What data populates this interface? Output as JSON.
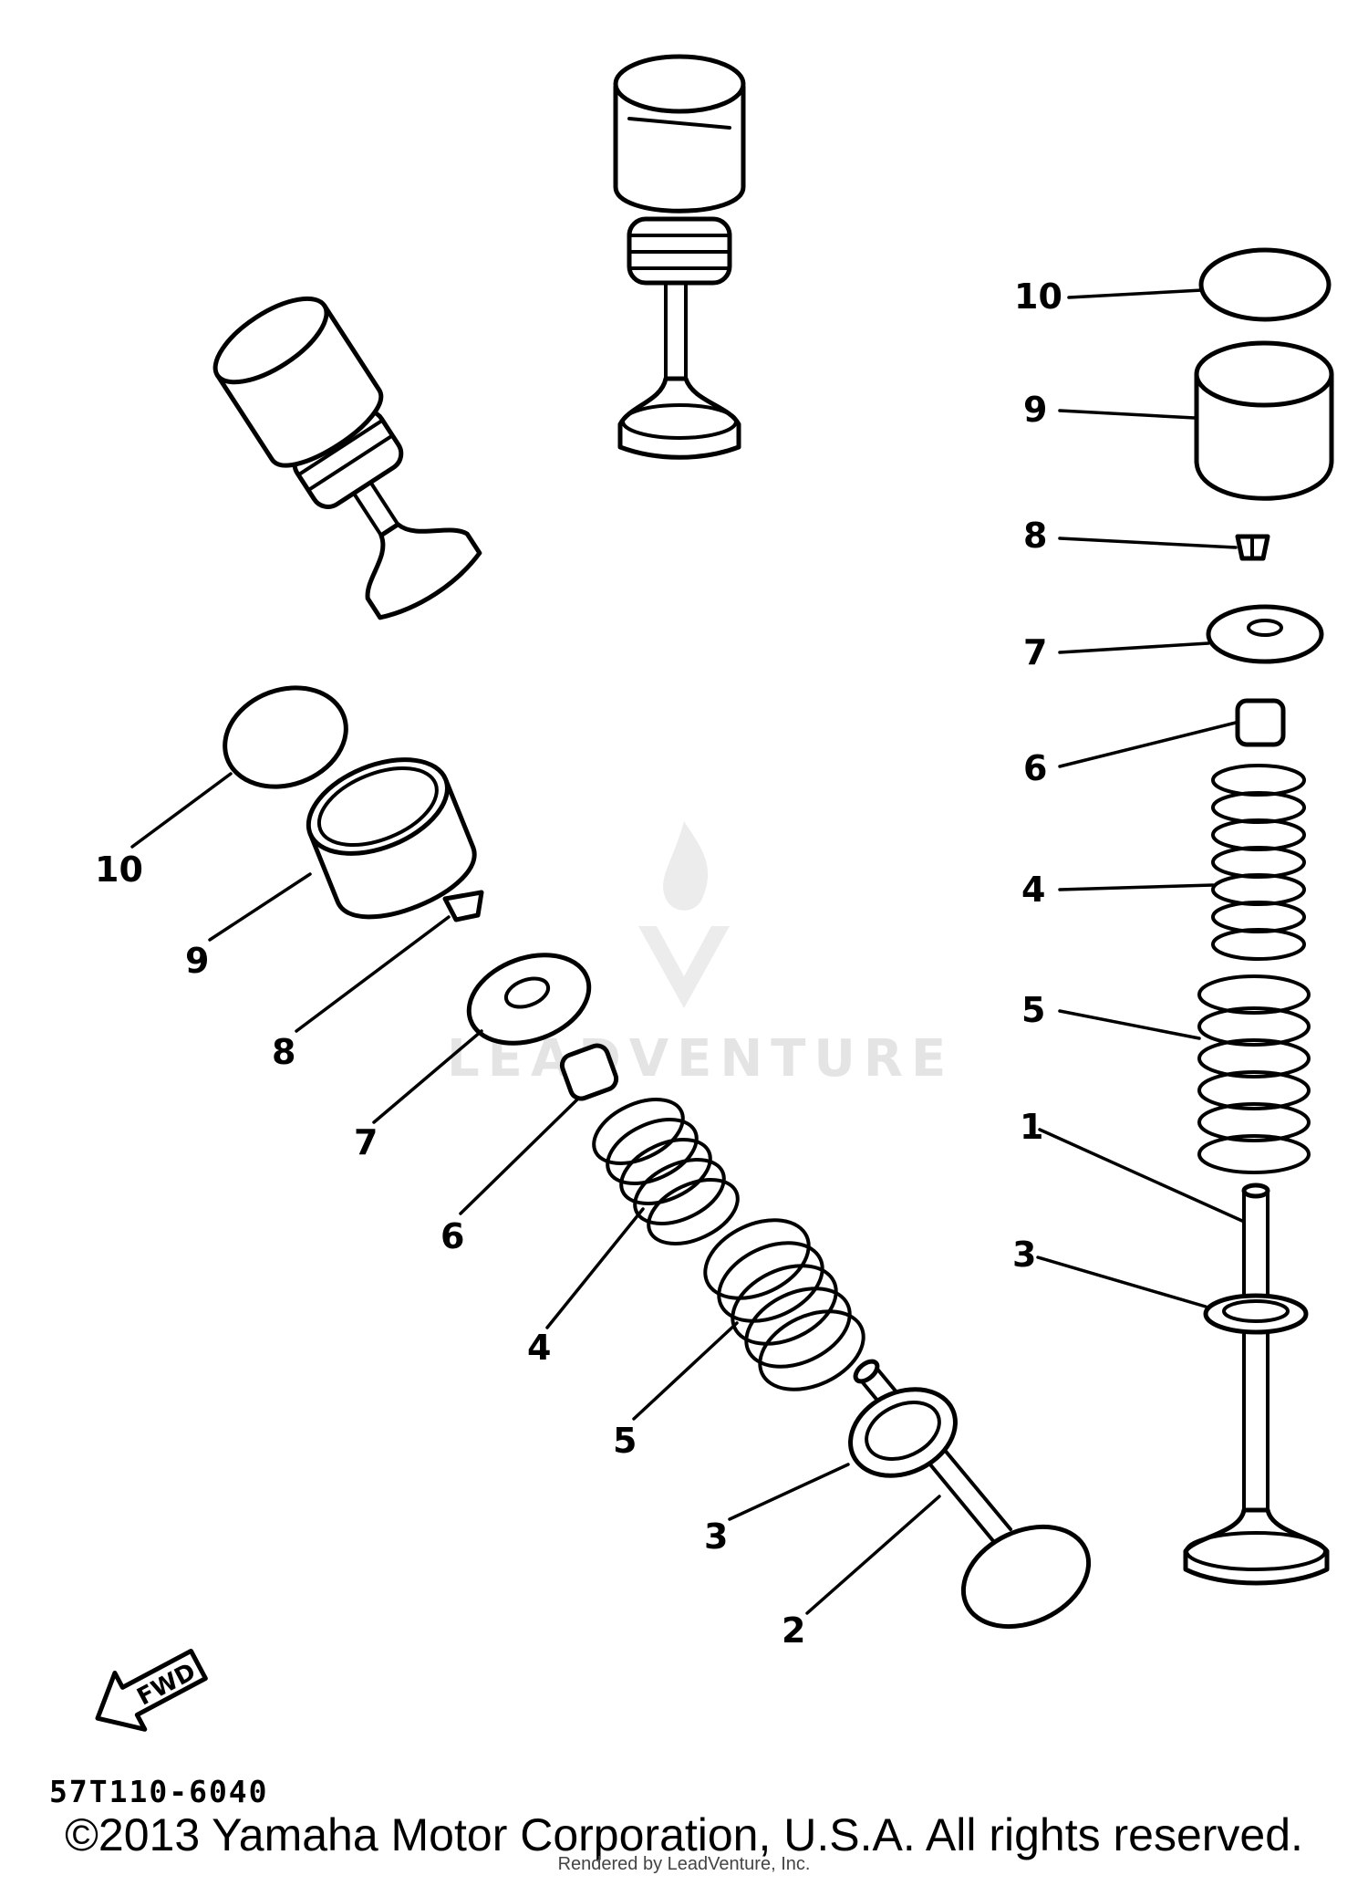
{
  "labels": {
    "left": {
      "part_10": "10",
      "part_9": "9",
      "part_8": "8",
      "part_7": "7",
      "part_6": "6",
      "part_4": "4",
      "part_5": "5",
      "part_3": "3",
      "part_2": "2"
    },
    "right": {
      "part_10": "10",
      "part_9": "9",
      "part_8": "8",
      "part_7": "7",
      "part_6": "6",
      "part_4": "4",
      "part_5": "5",
      "part_1": "1",
      "part_3": "3"
    }
  },
  "fwd_arrow": "FWD",
  "diagram_code": "57T110-6040",
  "watermark": "LEADVENTURE",
  "copyright": "©2013 Yamaha Motor Corporation, U.S.A. All rights reserved.",
  "rendered_by": "Rendered by LeadVenture, Inc."
}
